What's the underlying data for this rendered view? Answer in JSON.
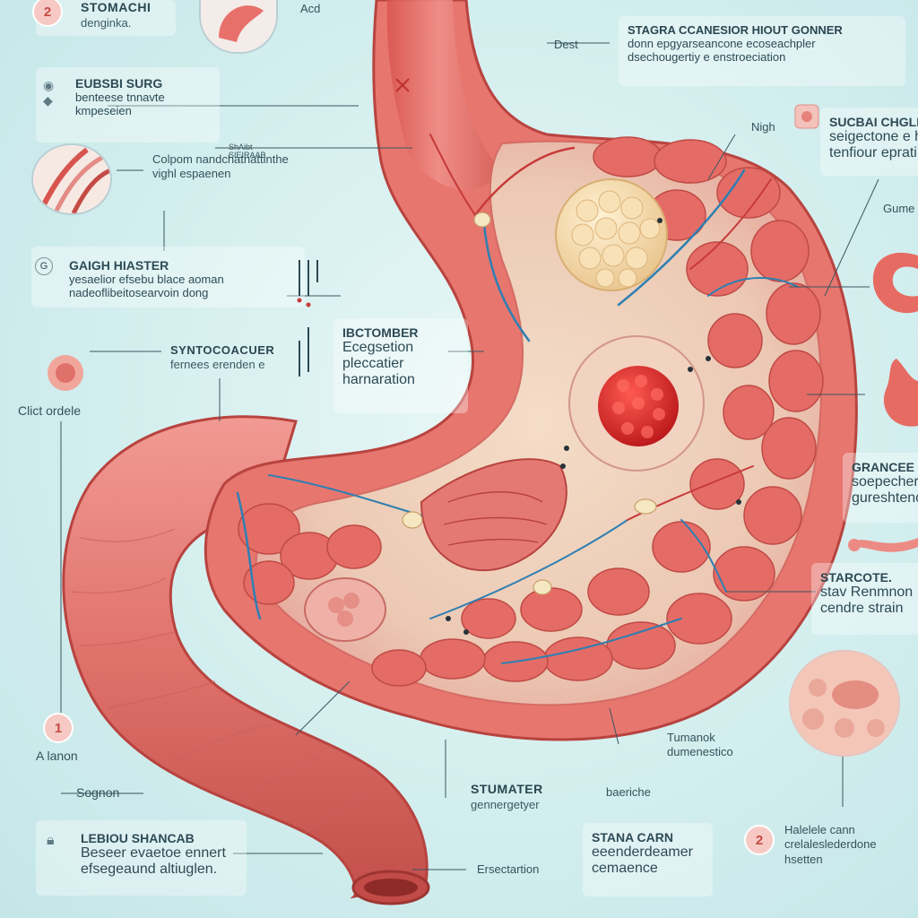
{
  "colors": {
    "background": "#d3eeee",
    "stomach": "#e7766f",
    "stomach_dark": "#c8514c",
    "rugae": "#e06a65",
    "vessel_blue": "#2f7fb2",
    "vessel_red": "#c73a3a",
    "tissue_cream": "#f1e1cc",
    "tumor_red": "#e0302d",
    "fat_nodule": "#f5d9a8",
    "badge": "#f6c9c4"
  },
  "labels": {
    "top_left": {
      "badge": "2",
      "title": "STOMACHI",
      "sub": "denginka."
    },
    "acd": "Acd",
    "dest": "Dest",
    "top_right": {
      "title": "STAGRA CCANESIOR HIOUT GONNER",
      "lines": [
        "donn epgyarseancone ecoseachpler",
        "dsechougertiy e enstroeciation"
      ]
    },
    "left_1": {
      "icon": "bulb-icon",
      "title": "EUBSBI SURG",
      "lines": [
        "benteese tnnavte",
        "kmpeseien"
      ]
    },
    "colpom": {
      "lines": [
        "Colpom nandchatnattinthe",
        "vighl espaenen"
      ],
      "tag": "ShAibt SIEIRAAB"
    },
    "nigh": "Nigh",
    "right_1": {
      "title": "SUCBAI CHGLI",
      "lines": [
        "seigectone e h",
        "tenfiour eprati"
      ]
    },
    "right_gume": "Gume",
    "left_2": {
      "badge": "G",
      "title": "GAIGH HIASTER",
      "lines": [
        "yesaelior efsebu blace aoman",
        "nadeoflibeitosearvoin dong"
      ]
    },
    "center_1": {
      "title": "IBCTOMBER",
      "lines": [
        "Ecegsetion",
        "pleccatier",
        "harnaration"
      ]
    },
    "synto": {
      "title": "SYNTOCOACUER",
      "sub": "fernees erenden e"
    },
    "clict": "Clict ordele",
    "grance": {
      "title": "GRANCEE",
      "lines": [
        "soepecher",
        "gureshteno"
      ]
    },
    "starcote": {
      "title": "STARCOTE.",
      "lines": [
        "stav Renmnon",
        "cendre strain"
      ]
    },
    "a_lanon": {
      "badge": "1",
      "text": "A lanon"
    },
    "sognon": "Sognon",
    "tumanok": {
      "lines": [
        "Tumanok",
        "dumenestico"
      ]
    },
    "stumater": {
      "title": "STUMATER",
      "sub": "gennergetyer"
    },
    "baeriche": "baeriche",
    "lebiou": {
      "title": "LEBIOU SHANCAB",
      "lines": [
        "Beseer evaetoe ennert",
        "efsegeaund altiuglen."
      ]
    },
    "ersoctation": "Ersectartion",
    "stana": {
      "title": "STANA CARN",
      "lines": [
        "eeenderdeamer",
        "cemaence"
      ]
    },
    "halelele": {
      "badge": "2",
      "lines": [
        "Halelele cann",
        "crelaleslederdone",
        "hsetten"
      ]
    }
  }
}
